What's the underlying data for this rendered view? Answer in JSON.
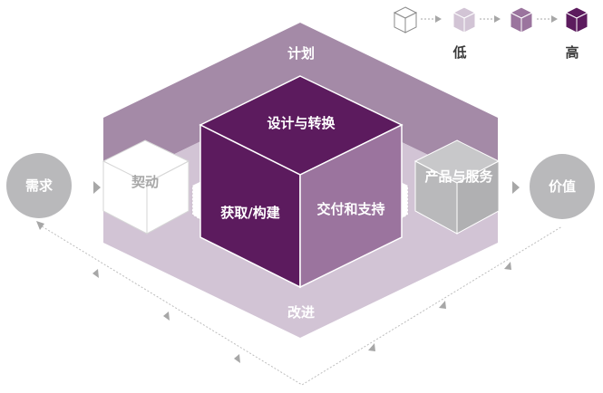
{
  "legend": {
    "low_label": "低",
    "high_label": "高"
  },
  "frame": {
    "top_label": "计划",
    "bottom_label": "改进"
  },
  "cube_center": {
    "top_label": "设计与转换",
    "front_label": "获取/构建",
    "side_label": "交付和支持"
  },
  "cube_left": {
    "label": "契动"
  },
  "cube_right": {
    "label": "产品与服务"
  },
  "input": {
    "label": "需求"
  },
  "output": {
    "label": "价值"
  },
  "colors": {
    "darkest": "#5c1b5e",
    "dark": "#9b749e",
    "medium": "#a48aa7",
    "light": "#d2c4d5",
    "gray": "#b9b9bb",
    "white": "#ffffff",
    "outline": "#c9bcc9",
    "arrow": "#a7a7a7"
  }
}
